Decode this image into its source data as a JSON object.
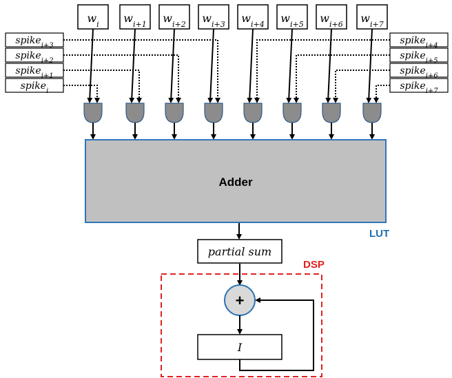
{
  "weights": [
    {
      "base": "w",
      "sub": "i"
    },
    {
      "base": "w",
      "sub": "i+1"
    },
    {
      "base": "w",
      "sub": "i+2"
    },
    {
      "base": "w",
      "sub": "i+3"
    },
    {
      "base": "w",
      "sub": "i+4"
    },
    {
      "base": "w",
      "sub": "i+5"
    },
    {
      "base": "w",
      "sub": "i+6"
    },
    {
      "base": "w",
      "sub": "i+7"
    }
  ],
  "spikes_left": [
    {
      "base": "spike",
      "sub": "i+3"
    },
    {
      "base": "spike",
      "sub": "i+2"
    },
    {
      "base": "spike",
      "sub": "i+1"
    },
    {
      "base": "spike",
      "sub": "i"
    }
  ],
  "spikes_right": [
    {
      "base": "spike",
      "sub": "i+4"
    },
    {
      "base": "spike",
      "sub": "i+5"
    },
    {
      "base": "spike",
      "sub": "i+6"
    },
    {
      "base": "spike",
      "sub": "i+7"
    }
  ],
  "adder_label": "Adder",
  "lut_label": "LUT",
  "partial_sum_label": "partial sum",
  "dsp_label": "DSP",
  "plus_symbol": "+",
  "accumulator_label": "I",
  "colors": {
    "adder_fill": "#c0c0c0",
    "adder_border": "#2e75b6",
    "gate_fill": "#8c8c8c",
    "gate_border": "#2e5a87",
    "lut_text": "#1f6fb0",
    "dsp_text": "#e02020",
    "dsp_border": "#e02020",
    "sum_node_fill": "#d9d9d9"
  }
}
